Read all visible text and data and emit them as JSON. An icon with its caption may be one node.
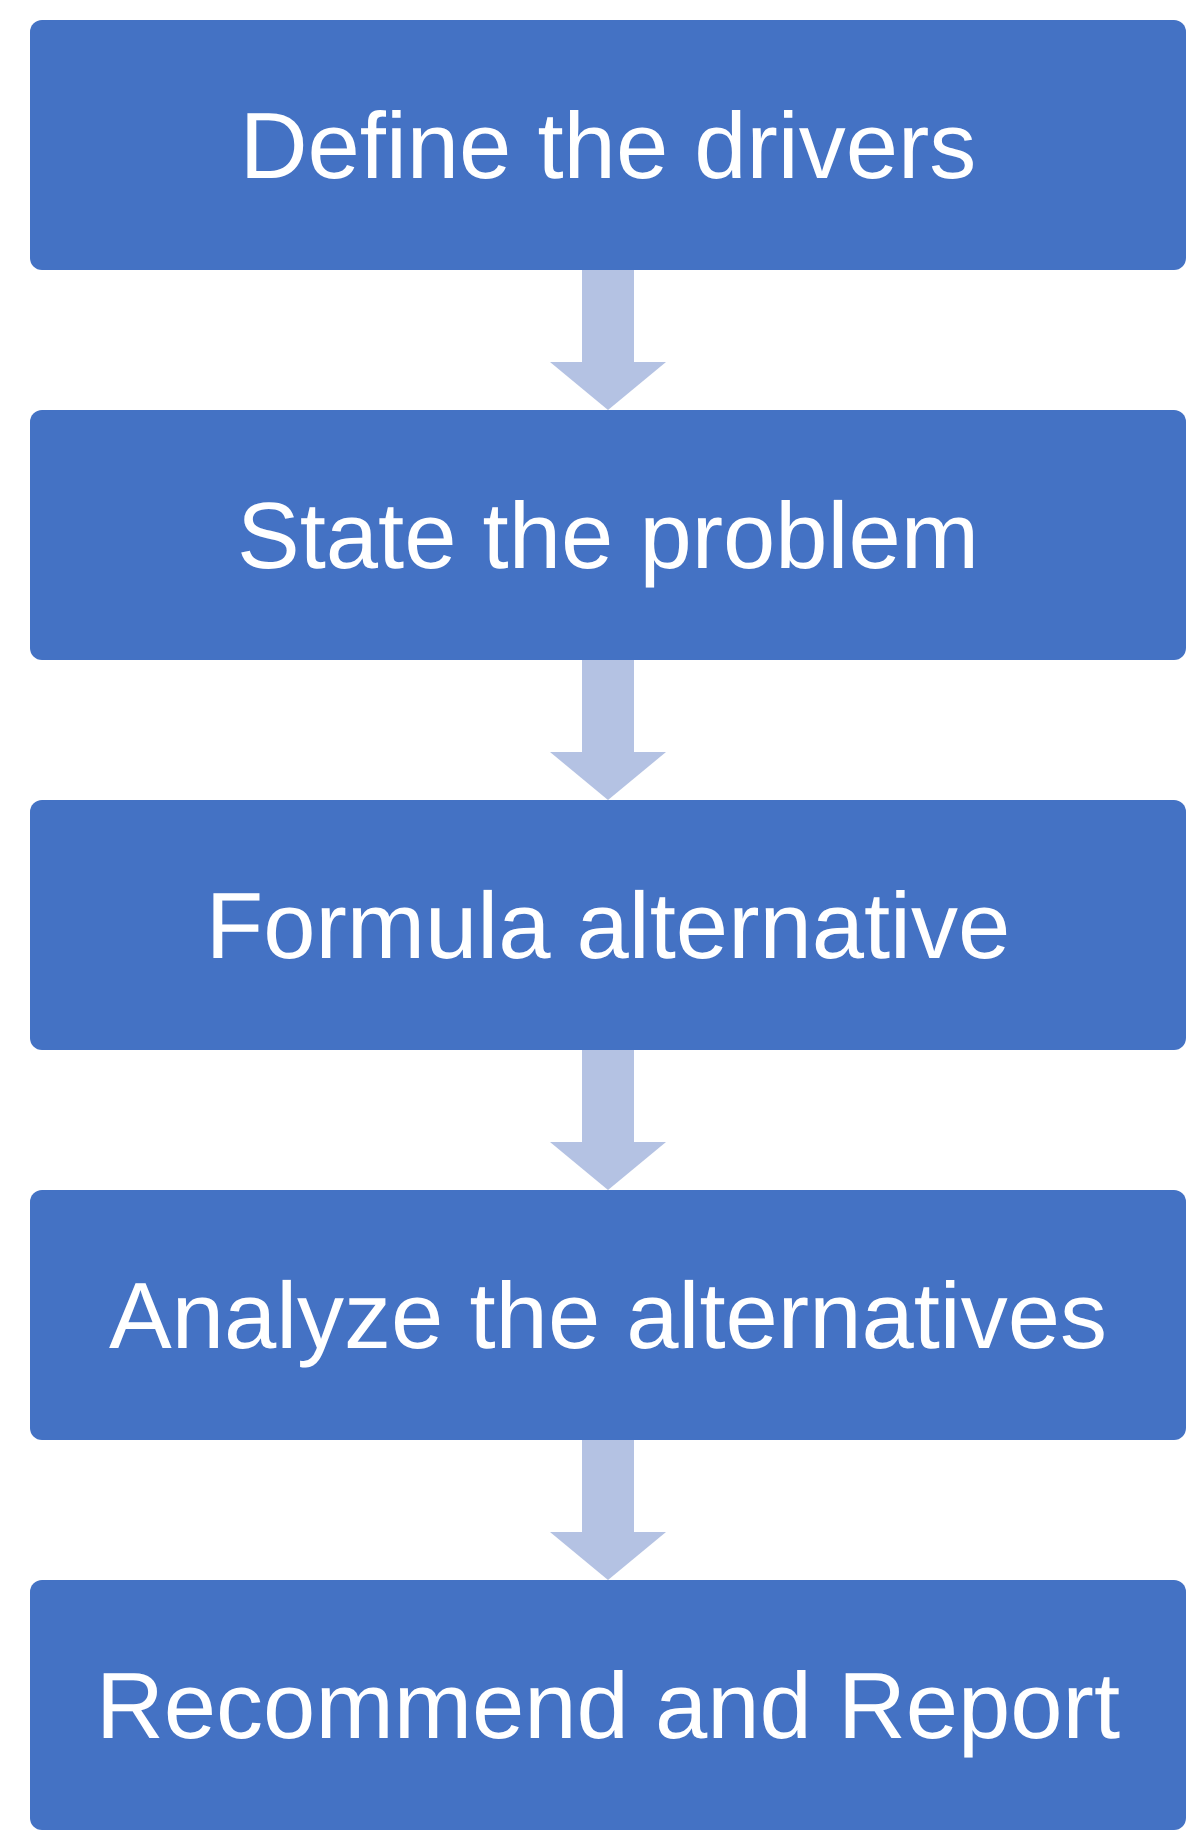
{
  "diagram": {
    "nodes": [
      {
        "text": [
          "Define the drivers"
        ]
      },
      {
        "text": [
          "State the problem"
        ]
      },
      {
        "text": [
          "Formula alternative"
        ]
      },
      {
        "text": [
          "Analyze the alternatives"
        ]
      },
      {
        "text": [
          "Recommend and Report"
        ]
      }
    ],
    "edges": [
      {
        "from": 0,
        "to": 1,
        "arrow": "to"
      },
      {
        "from": 1,
        "to": 2,
        "arrow": "to"
      },
      {
        "from": 2,
        "to": 3,
        "arrow": "to"
      },
      {
        "from": 3,
        "to": 4,
        "arrow": "to"
      }
    ]
  }
}
